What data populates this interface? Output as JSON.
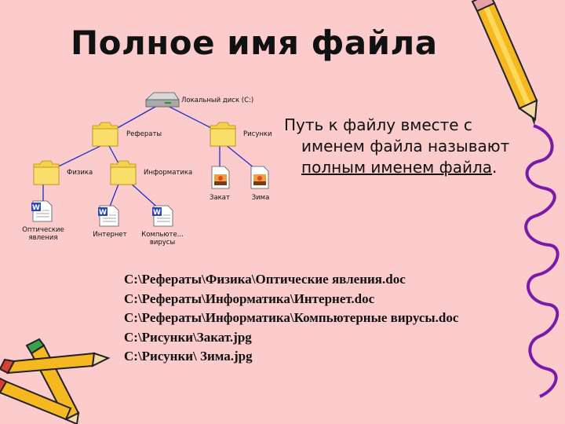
{
  "slide": {
    "title": "Полное имя файла",
    "definition": {
      "line1": "Путь к файлу вместе с",
      "line2": "именем файла называют",
      "line3_underlined": "полным именем файла",
      "line3_tail": "."
    },
    "paths": [
      "C:\\Рефераты\\Физика\\Оптические явления.doc",
      "C:\\Рефераты\\Информатика\\Интернет.doc",
      "C:\\Рефераты\\Информатика\\Компьютерные вирусы.doc",
      "C:\\Рисунки\\Закат.jpg",
      "C:\\Рисунки\\ Зима.jpg"
    ]
  },
  "tree": {
    "root": "Локальный диск (C:)",
    "folders": {
      "referaty": "Рефераты",
      "risunki": "Рисунки",
      "fizika": "Физика",
      "informatika": "Информатика"
    },
    "files": {
      "opticheskie_line1": "Оптические",
      "opticheskie_line2": "явления",
      "internet": "Интернет",
      "kompyute_line1": "Компьюте...",
      "kompyute_line2": "вирусы",
      "zakat": "Закат",
      "zima": "Зима"
    }
  },
  "icons": [
    "drive-icon",
    "folder-icon",
    "word-document-icon",
    "image-file-icon",
    "pencil-icon"
  ]
}
